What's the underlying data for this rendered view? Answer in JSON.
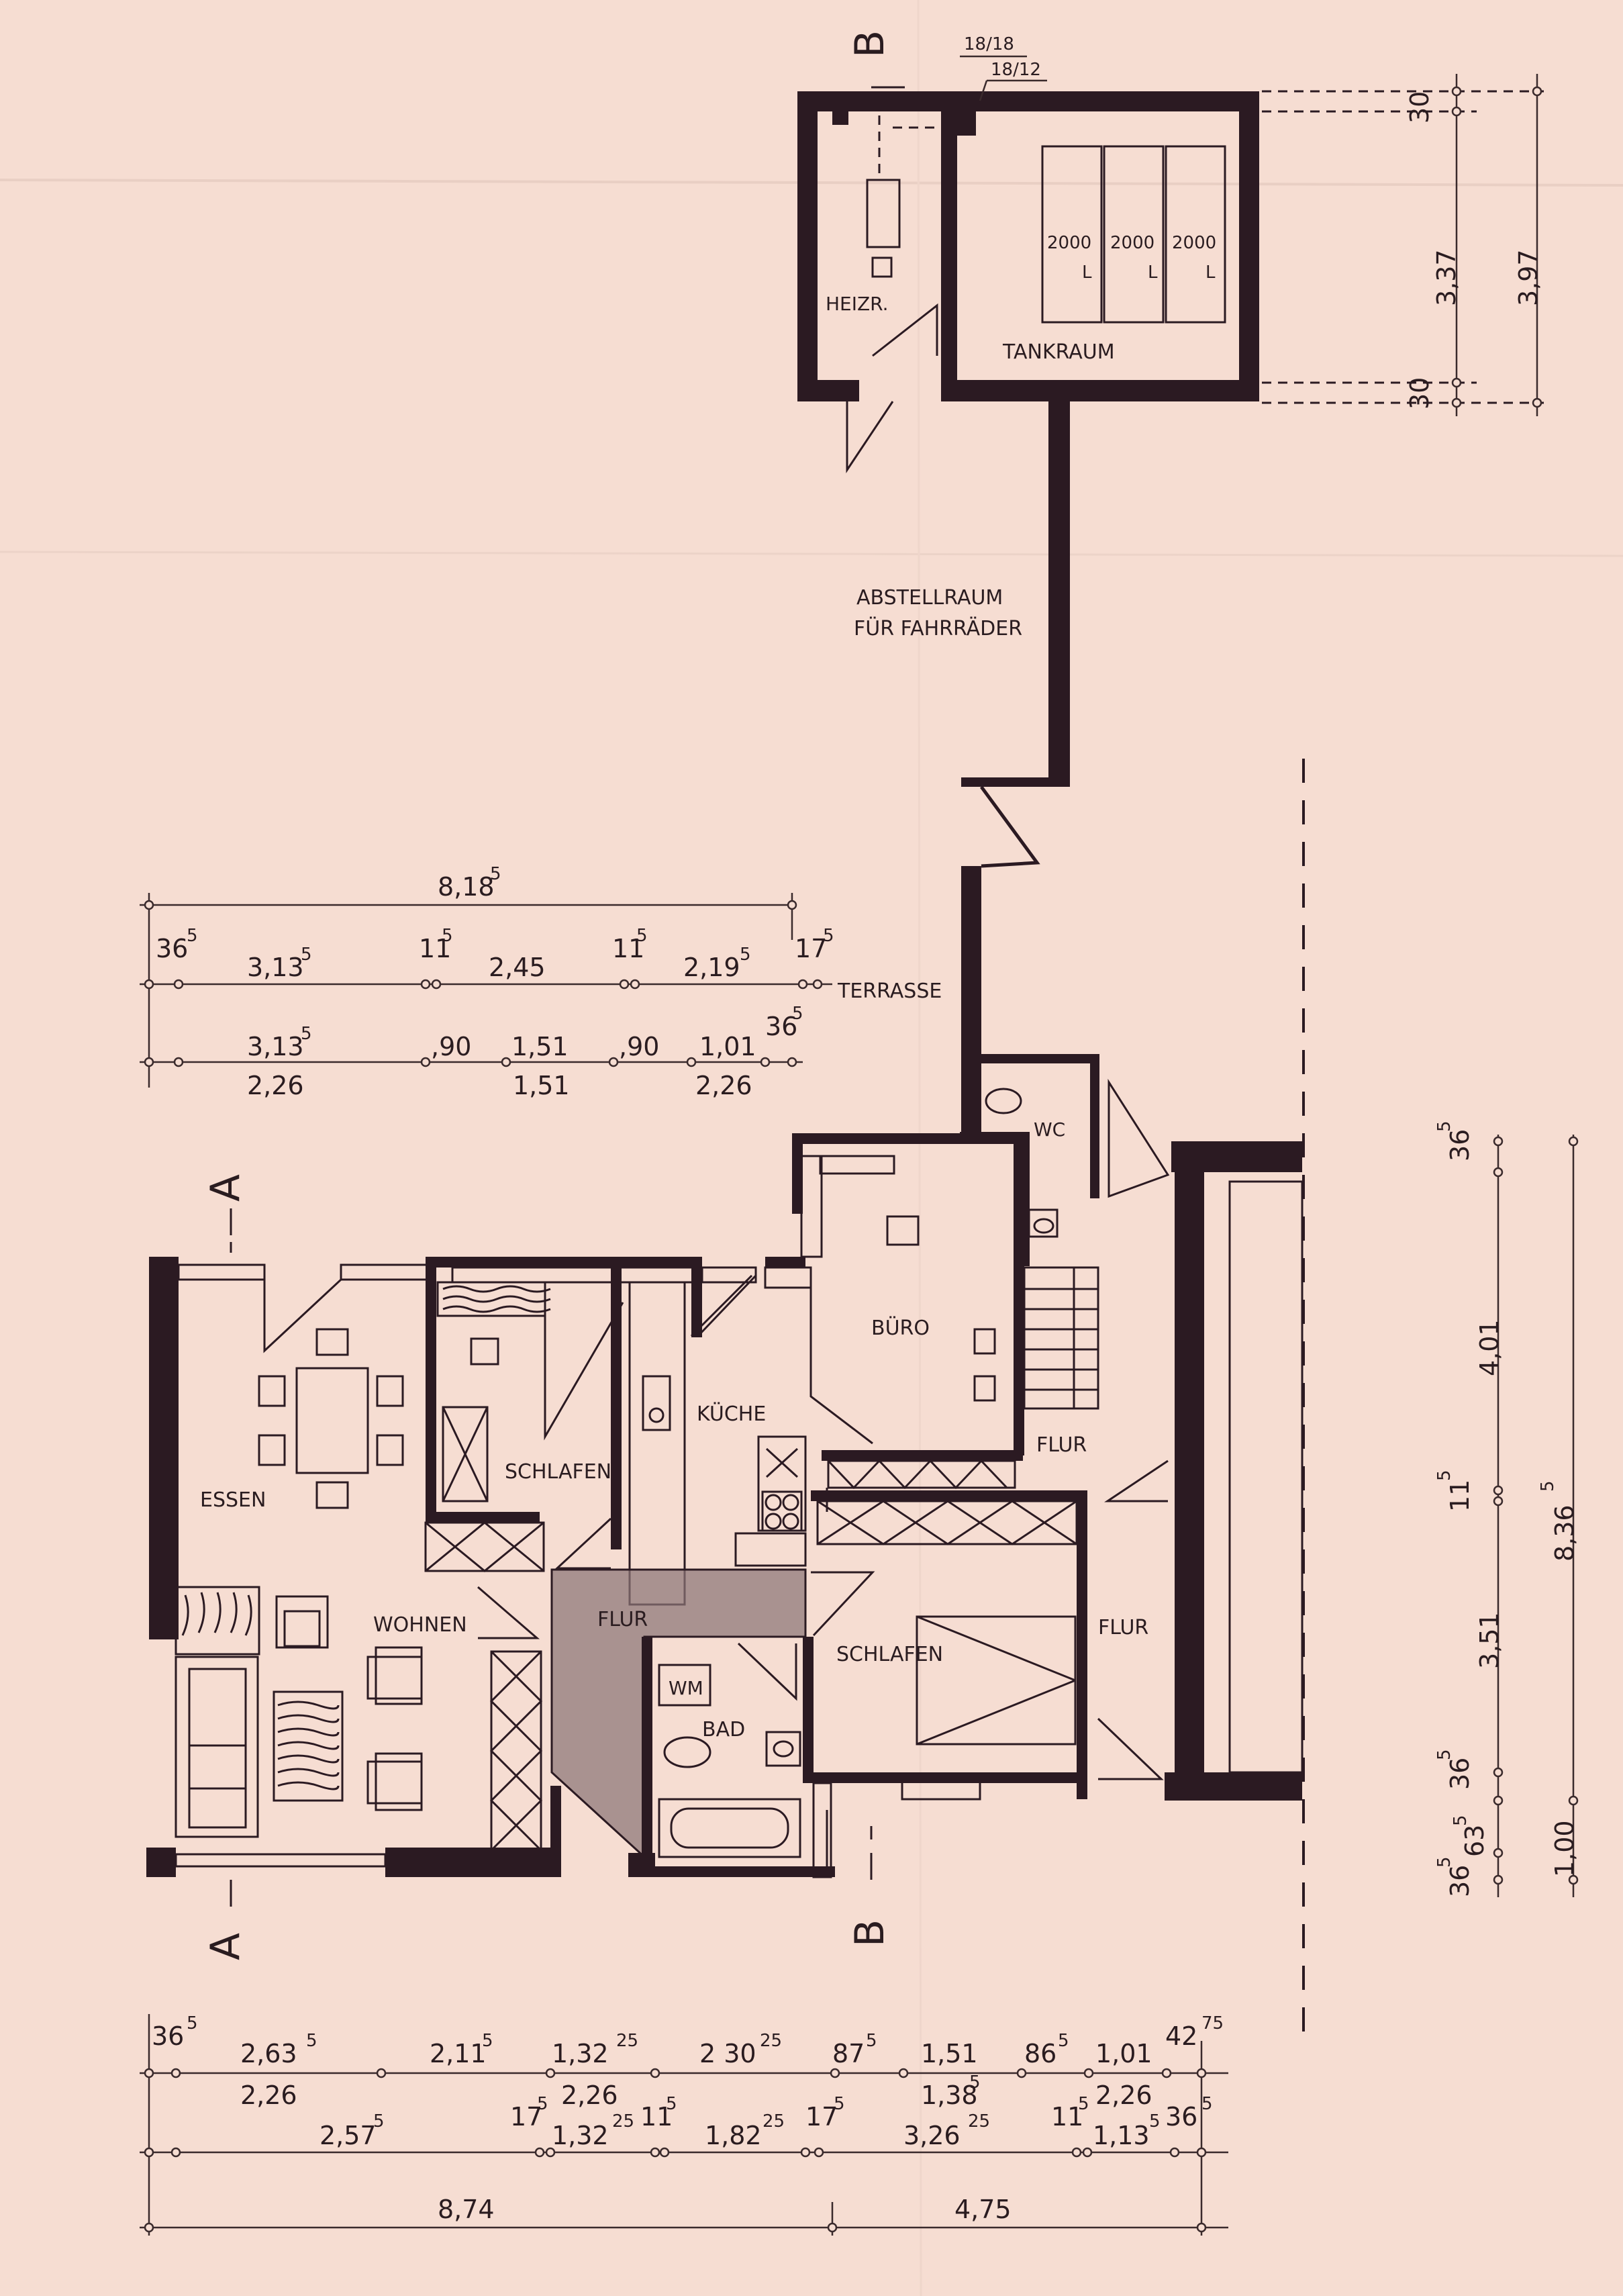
{
  "section_marks": {
    "a_top": "A",
    "a_bottom": "A",
    "b_top": "B",
    "b_bottom": "B"
  },
  "rooms": {
    "heizr": "HEIZR.",
    "tankraum": "TANKRAUM",
    "abstell_1": "ABSTELLRAUM",
    "abstell_2": "FÜR FAHRRÄDER",
    "terrasse": "TERRASSE",
    "wc": "WC",
    "buero": "BÜRO",
    "kueche": "KÜCHE",
    "essen": "ESSEN",
    "schlafen_1": "SCHLAFEN",
    "schlafen_2": "SCHLAFEN",
    "wohnen": "WOHNEN",
    "flur_1": "FLUR",
    "flur_2": "FLUR",
    "flur_3": "FLUR",
    "bad": "BAD",
    "wm": "WM"
  },
  "tanks": [
    {
      "cap": "2000",
      "unit": "L"
    },
    {
      "cap": "2000",
      "unit": "L"
    },
    {
      "cap": "2000",
      "unit": "L"
    }
  ],
  "flue": {
    "a": "18/18",
    "b": "18/12"
  },
  "dims_top": {
    "overall": {
      "main": "8,18",
      "sup": "5"
    },
    "row1": [
      {
        "main": "36",
        "sup": "5"
      },
      {
        "main": "3,13",
        "sup": "5"
      },
      {
        "main": "11",
        "sup": "5"
      },
      {
        "main": "2,45",
        "sup": ""
      },
      {
        "main": "11",
        "sup": "5"
      },
      {
        "main": "2,19",
        "sup": "5"
      },
      {
        "main": "17",
        "sup": "5"
      }
    ],
    "row2_upper": [
      {
        "main": "3,13",
        "sup": "5"
      },
      {
        "main": ",90",
        "sup": ""
      },
      {
        "main": "1,51",
        "sup": ""
      },
      {
        "main": ",90",
        "sup": ""
      },
      {
        "main": "1,01",
        "sup": ""
      },
      {
        "main": "36",
        "sup": "5"
      }
    ],
    "row2_lower": [
      {
        "main": "2,26",
        "sup": ""
      },
      {
        "main": "1,51",
        "sup": ""
      },
      {
        "main": "2,26",
        "sup": ""
      }
    ]
  },
  "dims_right_top": [
    {
      "main": "30",
      "sup": ""
    },
    {
      "main": "3,37",
      "sup": ""
    },
    {
      "main": "30",
      "sup": ""
    },
    {
      "main": "3,97",
      "sup": ""
    }
  ],
  "dims_right": {
    "inner": [
      {
        "main": "36",
        "sup": "5"
      },
      {
        "main": "4,01",
        "sup": ""
      },
      {
        "main": "11",
        "sup": "5"
      },
      {
        "main": "3,51",
        "sup": ""
      },
      {
        "main": "36",
        "sup": "5"
      },
      {
        "main": "63",
        "sup": "5"
      },
      {
        "main": "36",
        "sup": "5"
      }
    ],
    "outer": [
      {
        "main": "8,36",
        "sup": "5"
      },
      {
        "main": "1,00",
        "sup": ""
      }
    ]
  },
  "dims_bottom": {
    "row1_upper": [
      {
        "main": "36",
        "sup": "5"
      },
      {
        "main": "2,63",
        "sup": "5"
      },
      {
        "main": "2,11",
        "sup": "5"
      },
      {
        "main": "1,32",
        "sup": "25"
      },
      {
        "main": "2 30",
        "sup": "25"
      },
      {
        "main": "87",
        "sup": "5"
      },
      {
        "main": "1,51",
        "sup": ""
      },
      {
        "main": "86",
        "sup": "5"
      },
      {
        "main": "1,01",
        "sup": ""
      },
      {
        "main": "42",
        "sup": "75"
      }
    ],
    "row1_lower": [
      {
        "main": "2,26",
        "sup": ""
      },
      {
        "main": "2,26",
        "sup": ""
      },
      {
        "main": "1,38",
        "sup": "5"
      },
      {
        "main": "2,26",
        "sup": ""
      }
    ],
    "row2": [
      {
        "main": "2,57",
        "sup": "5"
      },
      {
        "main": "17",
        "sup": "5"
      },
      {
        "main": "1,32",
        "sup": "25"
      },
      {
        "main": "11",
        "sup": "5"
      },
      {
        "main": "1,82",
        "sup": "25"
      },
      {
        "main": "17",
        "sup": "5"
      },
      {
        "main": "3,26",
        "sup": "25"
      },
      {
        "main": "11",
        "sup": "5"
      },
      {
        "main": "1,13",
        "sup": "5"
      },
      {
        "main": "36",
        "sup": "5"
      }
    ],
    "row3": [
      {
        "main": "8,74",
        "sup": ""
      },
      {
        "main": "4,75",
        "sup": ""
      }
    ]
  }
}
